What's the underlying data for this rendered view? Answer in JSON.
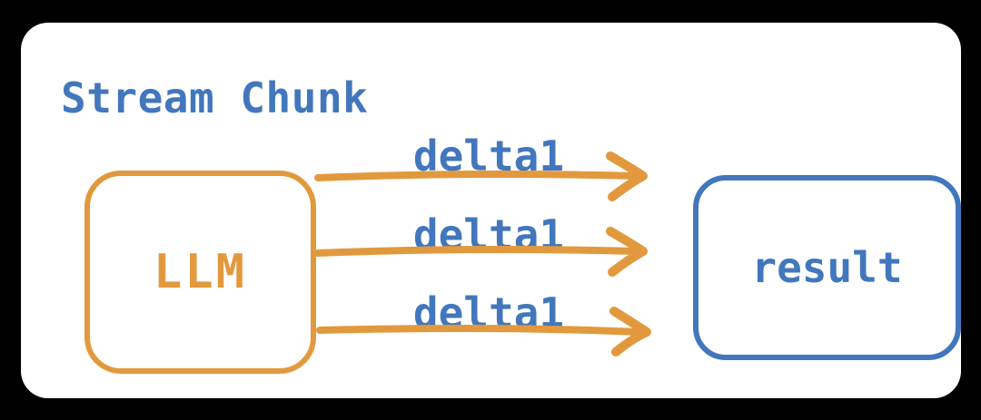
{
  "colors": {
    "blue": "#4277bd",
    "orange": "#e2993d",
    "card_background": "#ffffff",
    "page_background": "#000000"
  },
  "title": "Stream Chunk",
  "nodes": {
    "llm": {
      "label": "LLM",
      "color": "orange"
    },
    "result": {
      "label": "result",
      "color": "blue"
    }
  },
  "arrows": [
    {
      "label": "delta1",
      "from": "llm",
      "to": "result",
      "direction": "right"
    },
    {
      "label": "delta1",
      "from": "llm",
      "to": "result",
      "direction": "right"
    },
    {
      "label": "delta1",
      "from": "llm",
      "to": "result",
      "direction": "right"
    }
  ]
}
